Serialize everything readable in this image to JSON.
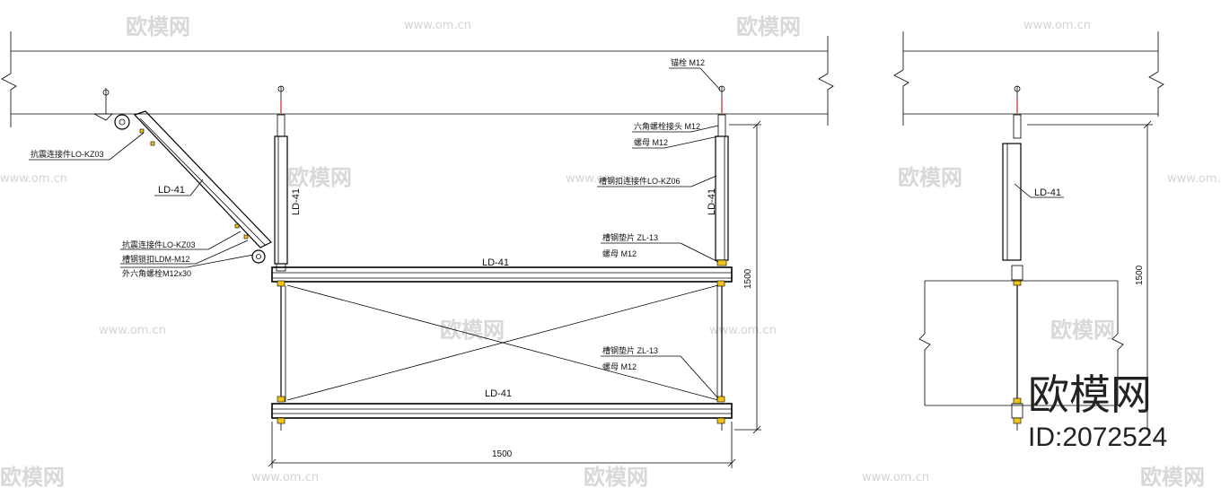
{
  "watermarks": {
    "brand": "欧模网",
    "site": "www.om.cn"
  },
  "brand_stamp": {
    "name": "欧模网",
    "id": "ID:2072524"
  },
  "labels": {
    "anchor_bolt": "锚栓 M12",
    "hex_coupler": "六角螺栓接头 M12",
    "nut_top": "螺母 M12",
    "channel_conn": "槽钢扣连接件LO-KZ06",
    "member_right_vert": "LD-41",
    "member_left_vert": "LD-41",
    "member_diag": "LD-41",
    "member_top_beam": "LD-41",
    "member_bottom_beam": "LD-41",
    "member_side": "LD-41",
    "washer_upper": "槽钢垫片 ZL-13",
    "nut_upper": "螺母 M12",
    "washer_lower": "槽钢垫片 ZL-13",
    "nut_lower": "螺母 M12",
    "brace_conn_top": "抗震连接件LO-KZ03",
    "brace_conn_bottom": "抗震连接件LO-KZ03",
    "bolt_ldm": "槽钢锁扣LDM-M12",
    "hex_bolt": "外六角螺栓M12x30"
  },
  "dimensions": {
    "width": "1500",
    "height": "1500",
    "height_side": "1500"
  }
}
